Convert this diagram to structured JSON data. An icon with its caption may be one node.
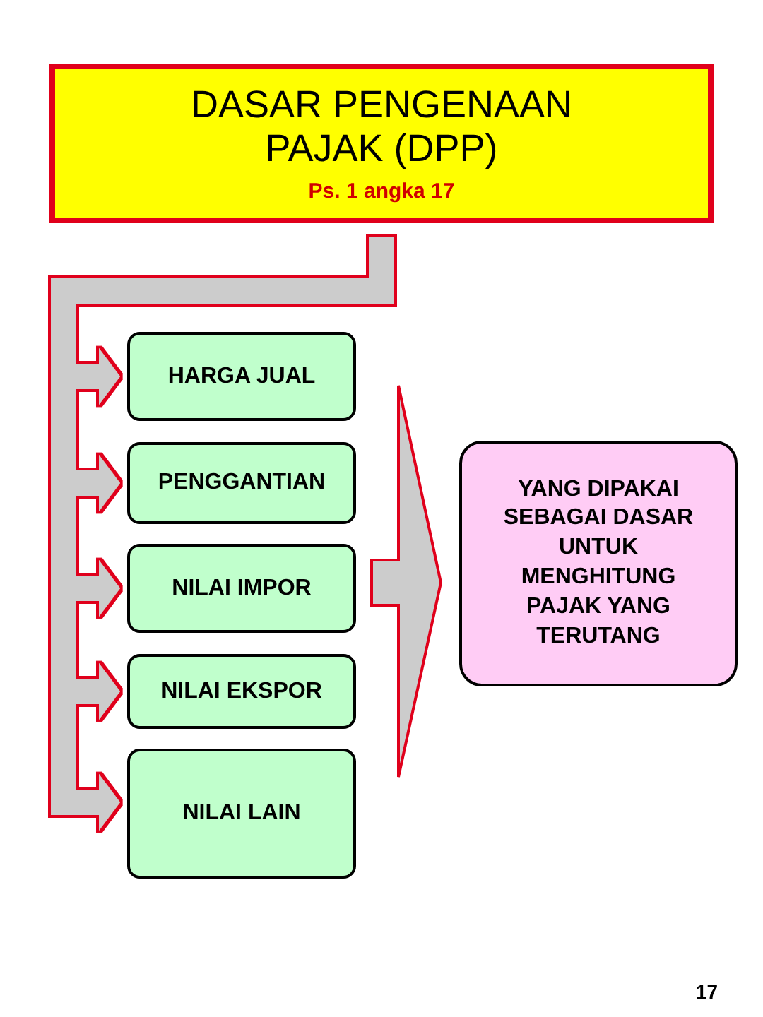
{
  "diagram": {
    "nodes": [
      {
        "text": [
          "DASAR PENGENAAN PAJAK (DPP)",
          "Ps. 1 angka 17"
        ]
      },
      {
        "text": [
          "HARGA JUAL"
        ]
      },
      {
        "text": [
          "PENGGANTIAN"
        ]
      },
      {
        "text": [
          "NILAI IMPOR"
        ]
      },
      {
        "text": [
          "NILAI EKSPOR"
        ]
      },
      {
        "text": [
          "NILAI LAIN"
        ]
      },
      {
        "text": [
          "YANG DIPAKAI SEBAGAI DASAR UNTUK MENGHITUNG PAJAK YANG TERUTANG"
        ]
      }
    ],
    "edges": [
      {
        "from": 0,
        "to": 1,
        "arrow": "to"
      },
      {
        "from": 0,
        "to": 2,
        "arrow": "to"
      },
      {
        "from": 0,
        "to": 3,
        "arrow": "to"
      },
      {
        "from": 0,
        "to": 4,
        "arrow": "to"
      },
      {
        "from": 0,
        "to": 5,
        "arrow": "to"
      },
      {
        "from": 1,
        "to": 6,
        "arrow": "to"
      },
      {
        "from": 2,
        "to": 6,
        "arrow": "to"
      },
      {
        "from": 3,
        "to": 6,
        "arrow": "to"
      },
      {
        "from": 4,
        "to": 6,
        "arrow": "to"
      },
      {
        "from": 5,
        "to": 6,
        "arrow": "to"
      }
    ],
    "labels": [
      "17"
    ]
  }
}
